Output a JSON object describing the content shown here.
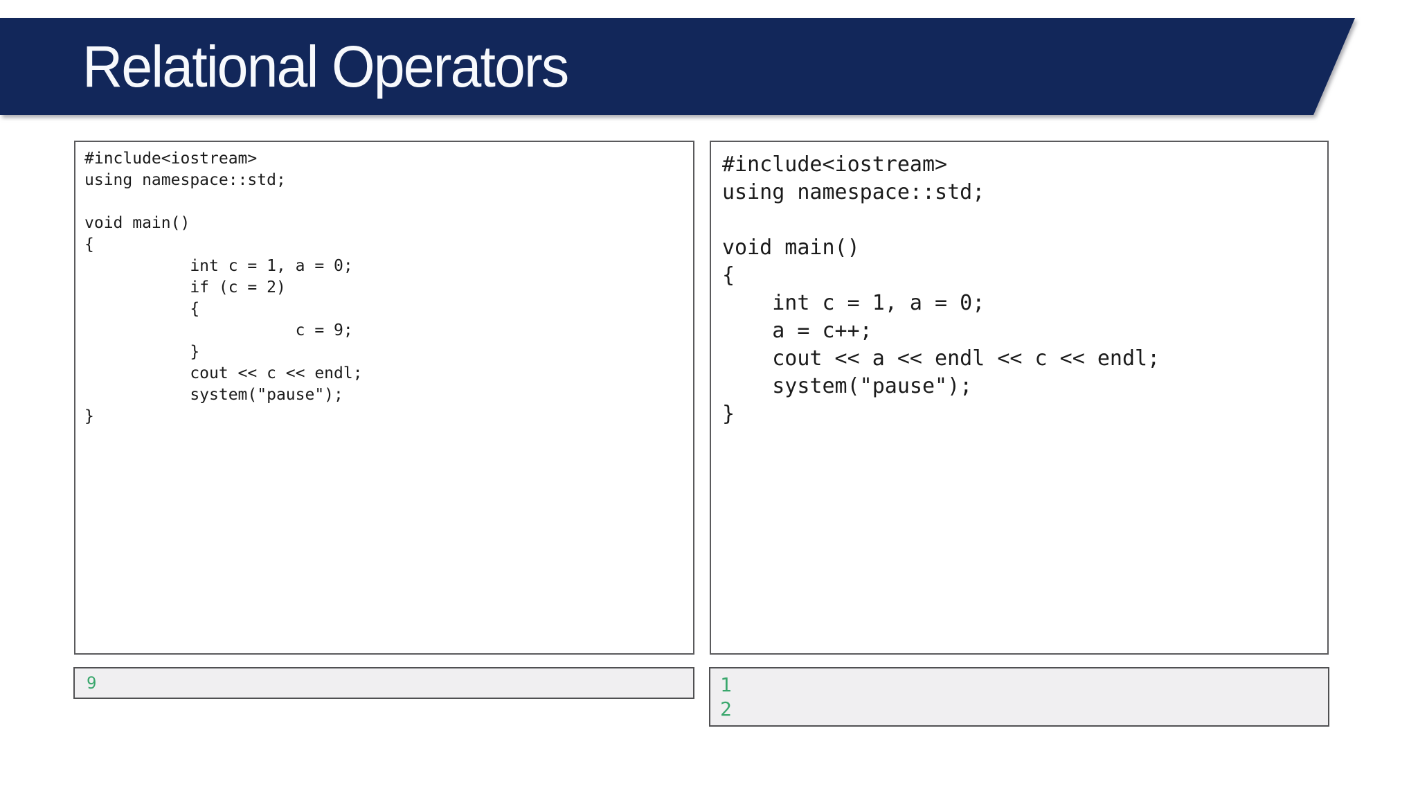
{
  "slide": {
    "title": "Relational Operators",
    "colors": {
      "banner_navy": "#12275a",
      "title_text": "#f7f9fc",
      "code_text": "#1b1b1b",
      "code_box_border": "#5a5a5c",
      "output_box_border": "#505052",
      "output_background": "#f0eff1",
      "output_text_green": "#3aa76d",
      "page_background": "#ffffff"
    }
  },
  "left_panel": {
    "code_lines": [
      "#include<iostream>",
      "using namespace::std;",
      "",
      "void main()",
      "{",
      "           int c = 1, a = 0;",
      "           if (c = 2)",
      "           {",
      "                      c = 9;",
      "           }",
      "           cout << c << endl;",
      "           system(\"pause\");",
      "}"
    ],
    "output_lines": [
      "9"
    ]
  },
  "right_panel": {
    "code_lines": [
      "#include<iostream>",
      "using namespace::std;",
      "",
      "void main()",
      "{",
      "    int c = 1, a = 0;",
      "    a = c++;",
      "    cout << a << endl << c << endl;",
      "    system(\"pause\");",
      "}"
    ],
    "output_lines": [
      "1",
      "2"
    ]
  }
}
